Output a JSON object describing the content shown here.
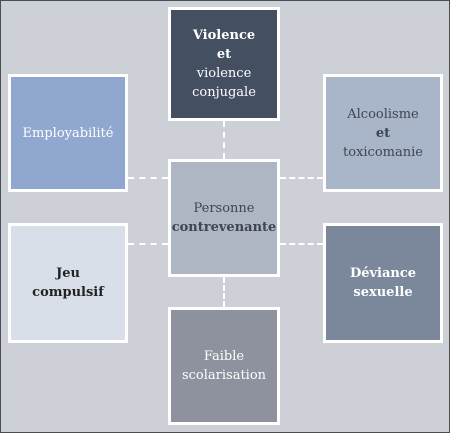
{
  "diagram": {
    "nodes": {
      "top": [
        "Violence",
        "et",
        "violence",
        "conjugale"
      ],
      "left": [
        "Employabilité"
      ],
      "right": [
        "Alcoolisme",
        "et",
        "toxicomanie"
      ],
      "center": [
        "Personne",
        "contrevenante"
      ],
      "bottom_left": [
        "Jeu",
        "compulsif"
      ],
      "bottom_right": [
        "Déviance",
        "sexuelle"
      ],
      "bottom": [
        "Faible",
        "scolarisation"
      ]
    },
    "colors": {
      "background": "#cdd1d7",
      "top": "#444f62",
      "left": "#90a8cf",
      "right": "#a9b5c9",
      "center": "#aeb6c4",
      "bottom_left": "#d8dfe8",
      "bottom_right": "#7b889c",
      "bottom": "#8e919e",
      "border": "#ffffff"
    }
  }
}
